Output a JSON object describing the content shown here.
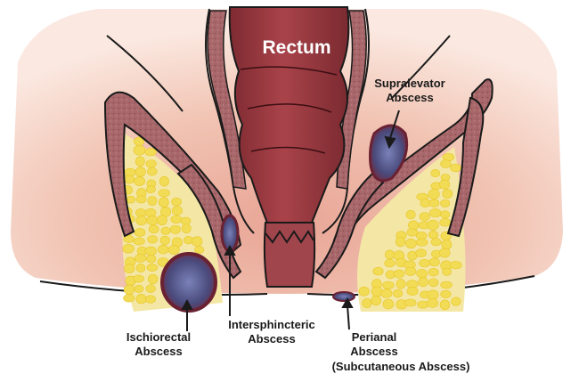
{
  "labels": {
    "rectum": "Rectum",
    "supralevator_line1": "Supralevator",
    "supralevator_line2": "Abscess",
    "ischiorectal_line1": "Ischiorectal",
    "ischiorectal_line2": "Abscess",
    "intersphincteric_line1": "Intersphincteric",
    "intersphincteric_line2": "Abscess",
    "perianal_line1": "Perianal",
    "perianal_line2": "Abscess",
    "perianal_line3": "(Subcutaneous Abscess)"
  },
  "colors": {
    "skin": "#f6d6c8",
    "skin_shadow": "#e7a79a",
    "muscle": "#a9666a",
    "muscle_dark": "#6e2a2e",
    "rectum": "#9c3b42",
    "fat": "#f1df63",
    "abscess": "#5b5a8c",
    "outline": "#1a1a1a"
  }
}
